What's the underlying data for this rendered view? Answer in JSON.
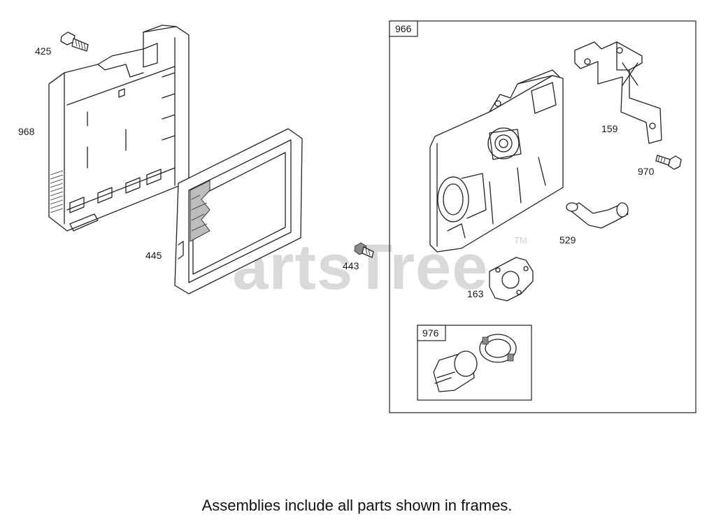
{
  "watermark": {
    "text": "PartsTree",
    "tm": "TM"
  },
  "frames": {
    "outer_label": "966",
    "inner_label": "976"
  },
  "parts": [
    {
      "id": "p425",
      "label": "425"
    },
    {
      "id": "p968",
      "label": "968"
    },
    {
      "id": "p445",
      "label": "445"
    },
    {
      "id": "p443",
      "label": "443"
    },
    {
      "id": "p159",
      "label": "159"
    },
    {
      "id": "p970",
      "label": "970"
    },
    {
      "id": "p529",
      "label": "529"
    },
    {
      "id": "p163",
      "label": "163"
    }
  ],
  "footer": "Assemblies include all parts shown in frames."
}
